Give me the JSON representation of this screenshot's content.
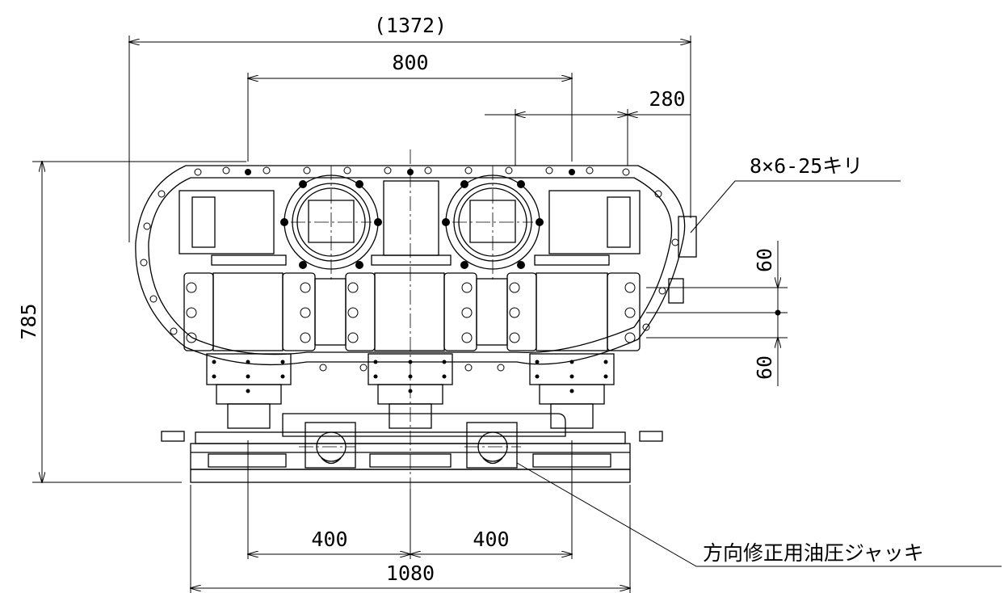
{
  "dimensions": {
    "overall_width": "(1372)",
    "center_spacing": "800",
    "offset": "280",
    "height": "785",
    "pitch_upper": "60",
    "pitch_lower": "60",
    "base_left": "400",
    "base_right": "400",
    "base_width": "1080"
  },
  "notes": {
    "holes": "8×6-25キリ",
    "jack": "方向修正用油圧ジャッキ"
  }
}
